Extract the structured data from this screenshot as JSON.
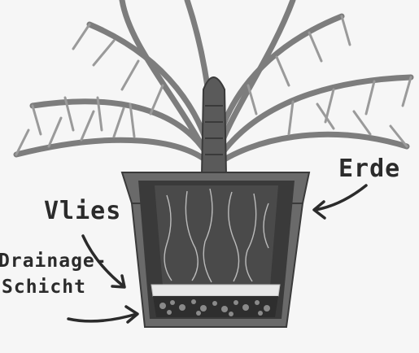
{
  "labels": {
    "erde": "Erde",
    "vlies": "Vlies",
    "drainage_line1": "Drainage-",
    "drainage_line2": "Schicht"
  },
  "illustration": {
    "subject": "potted-palm-cross-section",
    "colors": {
      "background": "#f6f6f6",
      "pot": "#6a6a6a",
      "pot_dark": "#3a3a3a",
      "soil": "#4a4a4a",
      "fleece": "#e8e8e8",
      "drainage": "#2e2e2e",
      "fronds": "#7d7d7d",
      "ink": "#2b2b2b"
    }
  }
}
